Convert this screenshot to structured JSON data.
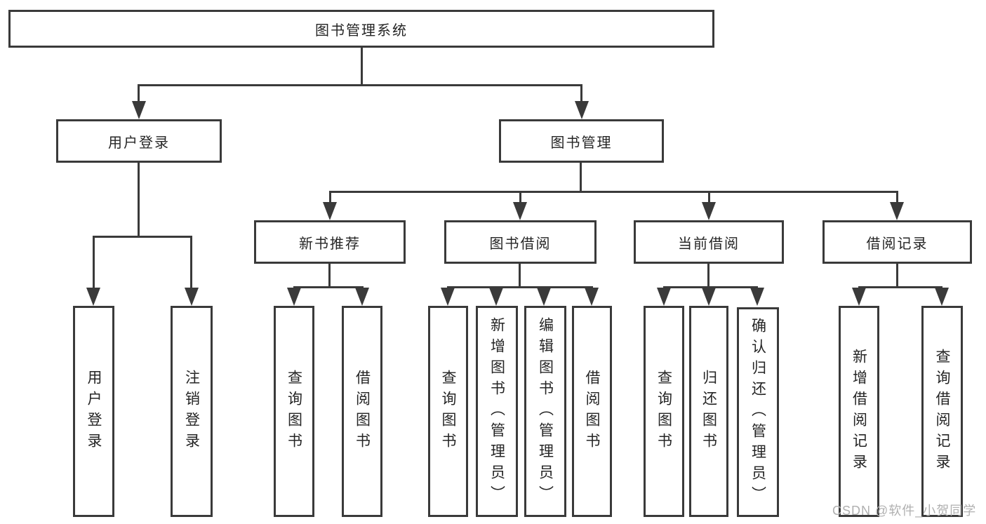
{
  "tree": {
    "root": "图书管理系统",
    "branches": [
      {
        "label": "用户登录",
        "children": [
          "用户登录",
          "注销登录"
        ]
      },
      {
        "label": "图书管理",
        "sections": [
          {
            "label": "新书推荐",
            "children": [
              "查询图书",
              "借阅图书"
            ]
          },
          {
            "label": "图书借阅",
            "children": [
              "查询图书",
              "新增图书（管理员）",
              "编辑图书（管理员）",
              "借阅图书"
            ]
          },
          {
            "label": "当前借阅",
            "children": [
              "查询图书",
              "归还图书",
              "确认归还（管理员）"
            ]
          },
          {
            "label": "借阅记录",
            "children": [
              "新增借阅记录",
              "查询借阅记录"
            ]
          }
        ]
      }
    ]
  },
  "watermark": "CSDN @软件_小贺同学",
  "colors": {
    "line": "#3a3a3a",
    "box_border": "#3a3a3a",
    "text": "#252525",
    "watermark": "#b0b0b0",
    "background": "#ffffff"
  }
}
